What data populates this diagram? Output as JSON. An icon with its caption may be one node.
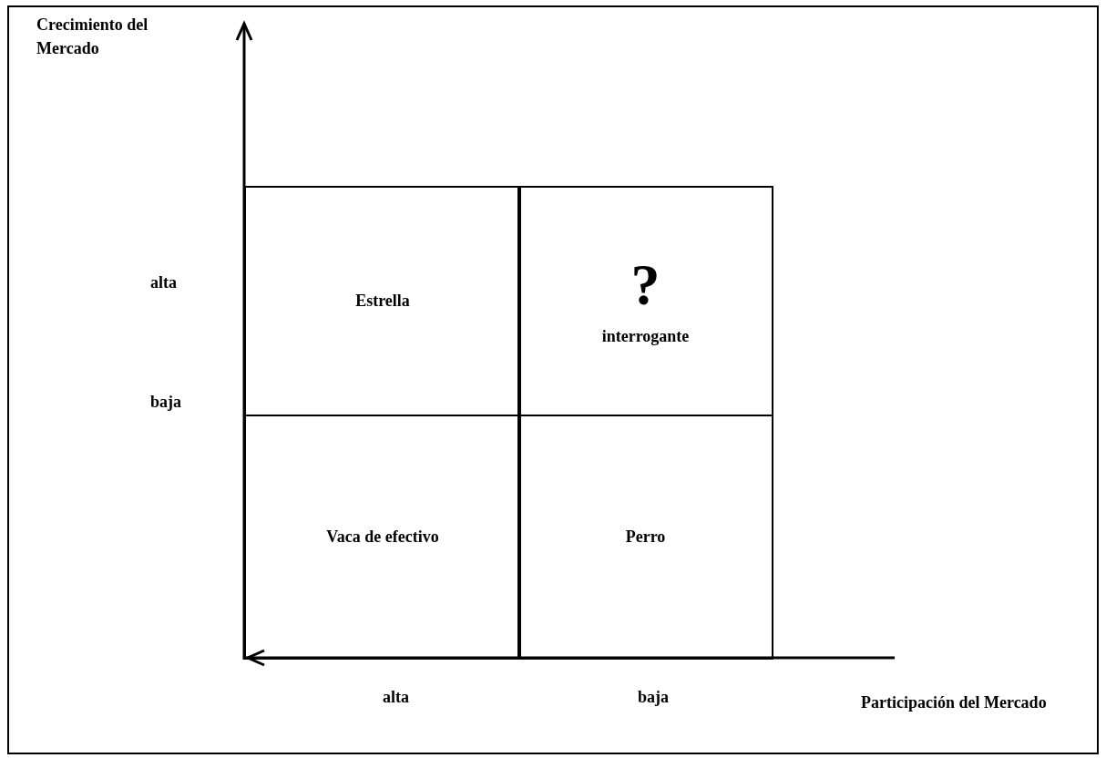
{
  "diagram": {
    "nodes": [
      {
        "text": [
          "Estrella"
        ]
      },
      {
        "text": [
          "?",
          "interrogante"
        ]
      },
      {
        "text": [
          "Vaca de efectivo"
        ]
      },
      {
        "text": [
          "Perro"
        ]
      }
    ],
    "labels": [
      "Crecimiento del Mercado",
      "alta",
      "baja",
      "alta",
      "baja",
      "Participación del Mercado"
    ]
  }
}
